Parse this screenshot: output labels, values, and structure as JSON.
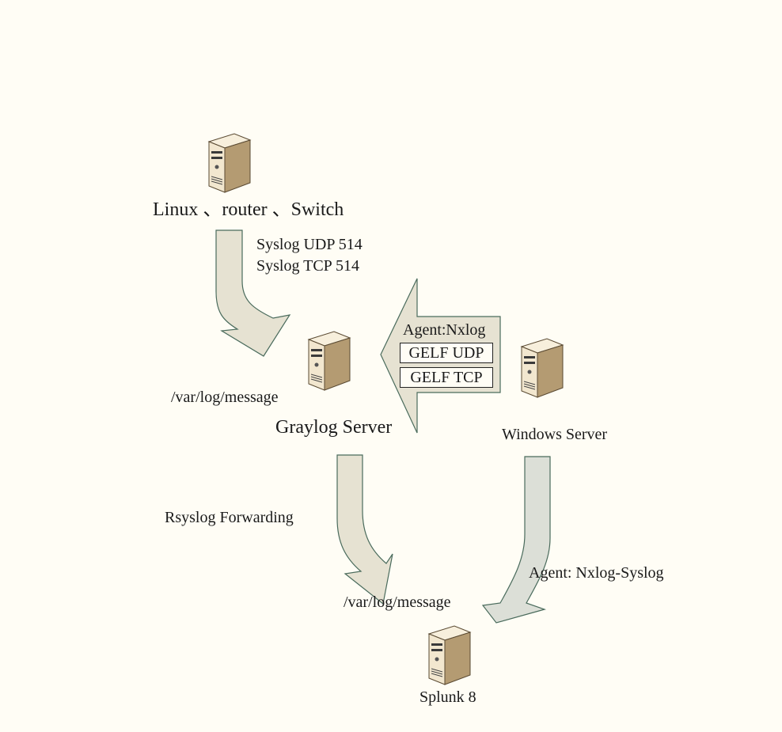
{
  "nodes": {
    "sources": {
      "label": "Linux 、router 、Switch"
    },
    "graylog": {
      "label": "Graylog Server"
    },
    "windows": {
      "label": "Windows Server"
    },
    "splunk": {
      "label": "Splunk 8"
    }
  },
  "edges": {
    "syslog_in": {
      "line1": "Syslog UDP 514",
      "line2": "Syslog TCP 514"
    },
    "graylog_path": {
      "label": "/var/log/message"
    },
    "agent_nxlog": {
      "label": "Agent:Nxlog",
      "box1": "GELF UDP",
      "box2": "GELF TCP"
    },
    "rsyslog": {
      "label": "Rsyslog Forwarding"
    },
    "splunk_path": {
      "label": "/var/log/message"
    },
    "nxlog_syslog": {
      "label": "Agent: Nxlog-Syslog"
    }
  },
  "colors": {
    "arrow_fill": "#e6e2d2",
    "arrow_fill_gray": "#dcdfd7",
    "arrow_stroke": "#4a6b5c",
    "server_front": "#f2e7cf",
    "server_side": "#b49b72",
    "background": "#fffdf5"
  }
}
